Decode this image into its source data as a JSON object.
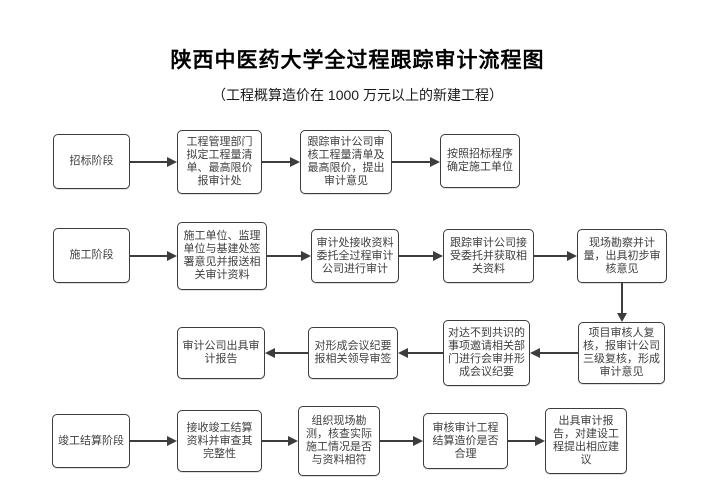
{
  "title": "陕西中医药大学全过程跟踪审计流程图",
  "subtitle": "（工程概算造价在 1000 万元以上的新建工程）",
  "flow": {
    "bidding": {
      "stage": "招标阶段",
      "steps": [
        "工程管理部门\n拟定工程量清\n单、最高限价\n报审计处",
        "跟踪审计公司审\n核工程量清单及\n最高限价，提出\n审计意见",
        "按照招标程序\n确定施工单位"
      ]
    },
    "construction": {
      "stage": "施工阶段",
      "steps": [
        "施工单位、监理\n单位与基建处签\n署意见并报送相\n关审计资料",
        "审计处接收资料\n委托全过程审计\n公司进行审计",
        "跟踪审计公司接\n受委托并获取相\n关资料",
        "现场勘察并计\n量，出具初步审\n核意见"
      ]
    },
    "review": {
      "steps": [
        "项目审核人复\n核，报审计公司\n三级复核，形成\n审计意见",
        "对达不到共识的\n事项邀请相关部\n门进行会审并形\n成会议纪要",
        "对形成会议纪要\n报相关领导审签",
        "审计公司出具审\n计报告"
      ]
    },
    "settlement": {
      "stage": "竣工结算阶段",
      "steps": [
        "接收竣工结算\n资料并审查其\n完整性",
        "组织现场勘\n测，核查实际\n施工情况是否\n与资料相符",
        "审核审计工程\n结算造价是否\n合理",
        "出具审计报\n告，对建设工\n程提出相应建\n议"
      ]
    },
    "edges": [
      {
        "from": "bidding.stage",
        "to": "bidding.steps.0",
        "dir": "right"
      },
      {
        "from": "bidding.steps.0",
        "to": "bidding.steps.1",
        "dir": "right"
      },
      {
        "from": "bidding.steps.1",
        "to": "bidding.steps.2",
        "dir": "right"
      },
      {
        "from": "construction.stage",
        "to": "construction.steps.0",
        "dir": "right"
      },
      {
        "from": "construction.steps.0",
        "to": "construction.steps.1",
        "dir": "right"
      },
      {
        "from": "construction.steps.1",
        "to": "construction.steps.2",
        "dir": "right"
      },
      {
        "from": "construction.steps.2",
        "to": "construction.steps.3",
        "dir": "right"
      },
      {
        "from": "construction.steps.3",
        "to": "review.steps.0",
        "dir": "down"
      },
      {
        "from": "review.steps.0",
        "to": "review.steps.1",
        "dir": "left"
      },
      {
        "from": "review.steps.1",
        "to": "review.steps.2",
        "dir": "left"
      },
      {
        "from": "review.steps.2",
        "to": "review.steps.3",
        "dir": "left"
      },
      {
        "from": "settlement.stage",
        "to": "settlement.steps.0",
        "dir": "right"
      },
      {
        "from": "settlement.steps.0",
        "to": "settlement.steps.1",
        "dir": "right"
      },
      {
        "from": "settlement.steps.1",
        "to": "settlement.steps.2",
        "dir": "right"
      },
      {
        "from": "settlement.steps.2",
        "to": "settlement.steps.3",
        "dir": "right"
      }
    ]
  }
}
